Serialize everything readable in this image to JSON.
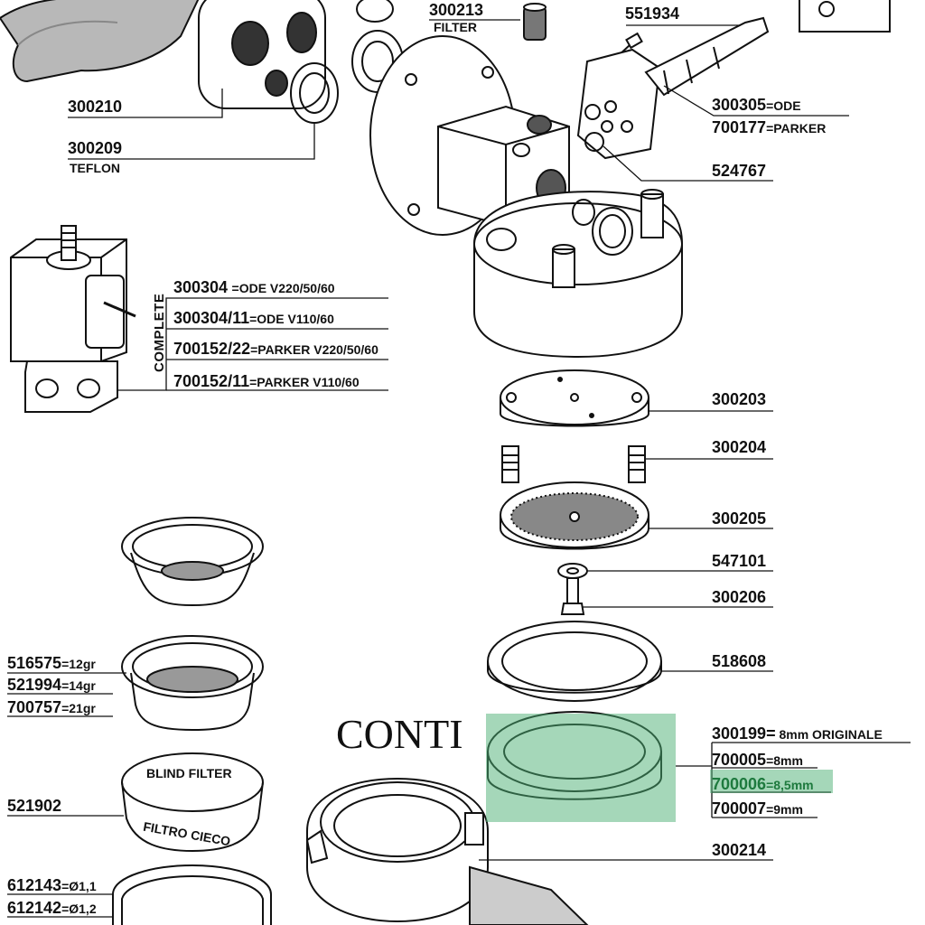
{
  "labels": {
    "p300210": "300210",
    "p300209": "300209",
    "teflon": "TEFLON",
    "p300213": "300213",
    "filter": "FILTER",
    "p551934": "551934",
    "p300305": "300305",
    "ode": "=ODE",
    "p700177": "700177",
    "parker": "=PARKER",
    "p524767": "524767",
    "complete": "COMPLETE",
    "s1_code": "300304",
    "s1_desc": "=ODE V220/50/60",
    "s2_code": "300304/11",
    "s2_desc": "=ODE V110/60",
    "s3_code": "700152/22",
    "s3_desc": "=PARKER V220/50/60",
    "s4_code": "700152/11",
    "s4_desc": "=PARKER V110/60",
    "p300203": "300203",
    "p300204": "300204",
    "p300205": "300205",
    "p547101": "547101",
    "p300206": "300206",
    "p518608": "518608",
    "b1_code": "516575",
    "b1_desc": "=12gr",
    "b2_code": "521994",
    "b2_desc": "=14gr",
    "b3_code": "700757",
    "b3_desc": "=21gr",
    "blind1": "BLIND FILTER",
    "blind2": "FILTRO CIECO",
    "p521902": "521902",
    "brand": "CONTI",
    "g1_code": "300199=",
    "g1_desc": " 8mm ORIGINALE",
    "g2_code": "700005",
    "g2_desc": "=8mm",
    "g3_code": "700006",
    "g3_desc": "=8,5mm",
    "g4_code": "700007",
    "g4_desc": "=9mm",
    "p300214": "300214",
    "r1_code": "612143",
    "r1_desc": "=Ø1,1",
    "r2_code": "612142",
    "r2_desc": "=Ø1,2"
  },
  "colors": {
    "highlight": "#4caf73",
    "highlight_text": "#1e7a3e",
    "ink": "#111111"
  }
}
